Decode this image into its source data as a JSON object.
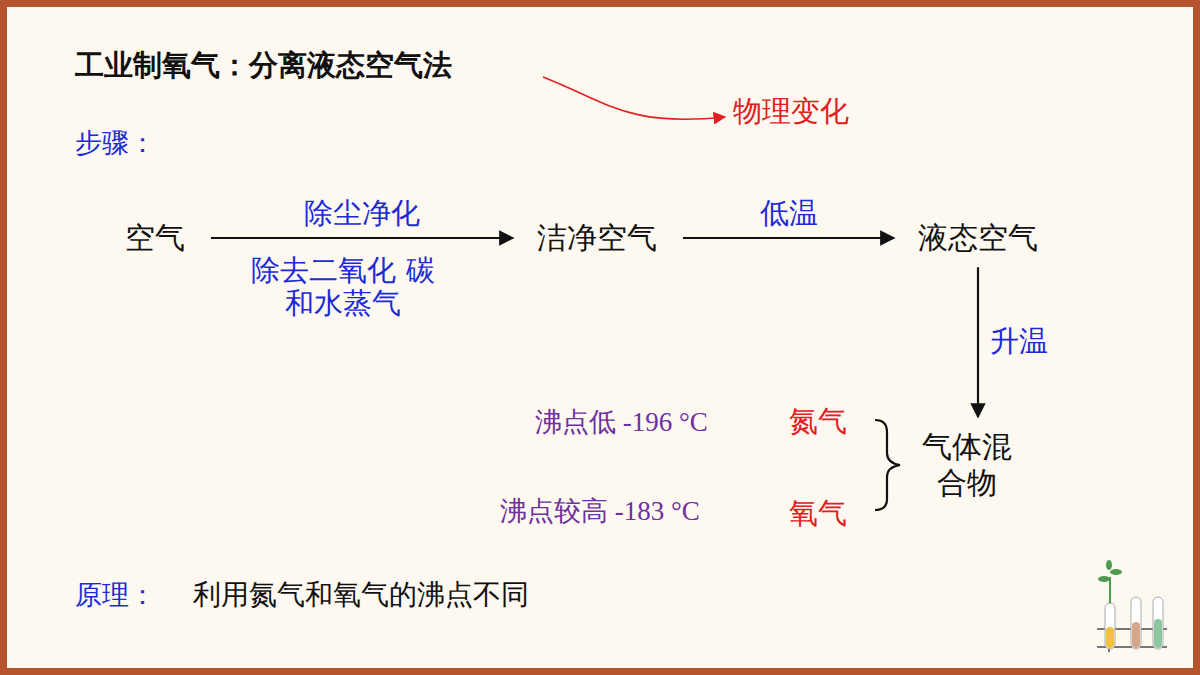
{
  "diagram": {
    "title": "工业制氧气：分离液态空气法",
    "nodes": [
      {
        "text": [
          "空气"
        ]
      },
      {
        "text": [
          "洁净空气"
        ]
      },
      {
        "text": [
          "液态空气"
        ]
      },
      {
        "text": [
          "气体混 合物"
        ]
      }
    ],
    "edges": [
      {
        "from": 0,
        "to": 1,
        "label": "除尘净化",
        "arrow": "to"
      },
      {
        "from": 1,
        "to": 2,
        "label": "低温",
        "arrow": "to"
      },
      {
        "from": 2,
        "to": 3,
        "label": "升温",
        "arrow": "to"
      }
    ],
    "labels": [
      "物理变化",
      "步骤：",
      "除去二氧化 碳和水蒸气",
      "沸点低 -196 °C",
      "氮气",
      "沸点较高 -183 °C",
      "氧气",
      "原理：",
      "利用氮气和氧气的沸点不同"
    ]
  }
}
